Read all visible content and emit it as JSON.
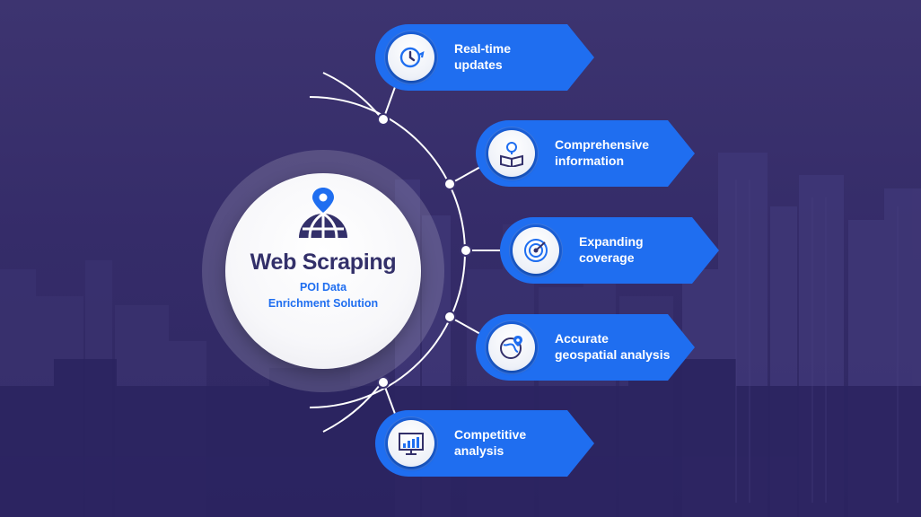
{
  "hub": {
    "title": "Web Scraping",
    "subtitle_line1": "POI Data",
    "subtitle_line2": "Enrichment Solution",
    "icon": "map-pin-globe-icon"
  },
  "items": [
    {
      "line1": "Real-time",
      "line2": "updates",
      "icon": "clock-refresh-icon"
    },
    {
      "line1": "Comprehensive",
      "line2": "information",
      "icon": "lightbulb-book-icon"
    },
    {
      "line1": "Expanding",
      "line2": "coverage",
      "icon": "radar-target-icon"
    },
    {
      "line1": "Accurate",
      "line2": "geospatial analysis",
      "icon": "globe-pin-icon"
    },
    {
      "line1": "Competitive",
      "line2": "analysis",
      "icon": "monitor-chart-icon"
    }
  ],
  "colors": {
    "background": "#352c69",
    "card_blue": "#1f6ef0",
    "hub_text": "#33306a",
    "accent_blue": "#1f6ef0"
  }
}
